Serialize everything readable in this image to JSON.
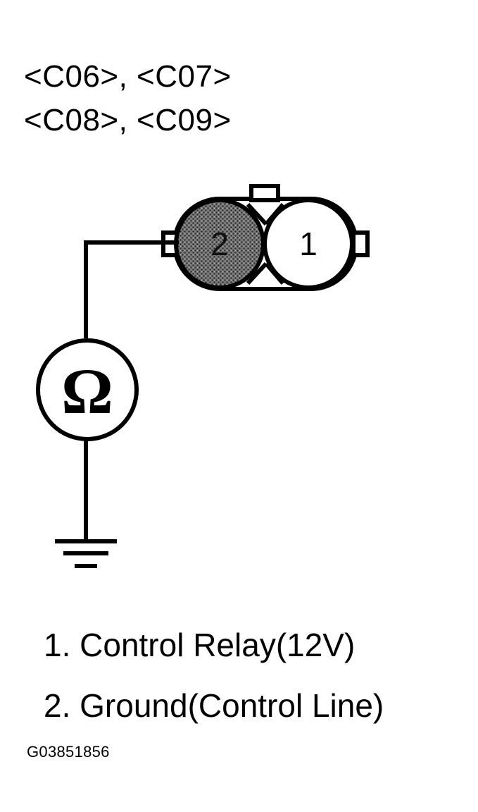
{
  "connectors": {
    "line1": "<C06>, <C07>",
    "line2": "<C08>, <C09>"
  },
  "pins": {
    "pin1": "1",
    "pin2": "2"
  },
  "meter": {
    "symbol": "Ω"
  },
  "legend": [
    "1. Control Relay(12V)",
    "2. Ground(Control Line)"
  ],
  "figure_code": "G03851856",
  "colors": {
    "line": "#000000",
    "background": "#ffffff",
    "pin2_fill": "#6b6b6b"
  }
}
